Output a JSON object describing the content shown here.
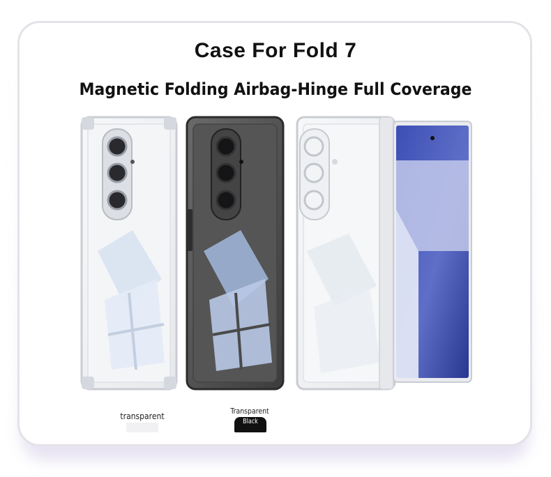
{
  "product": {
    "title": "Case For Fold 7",
    "subtitle": "Magnetic Folding Airbag-Hinge Full Coverage"
  },
  "variants": [
    {
      "label": "transparent",
      "swatch_color": "#f1f1f3"
    },
    {
      "label_top": "Transparent",
      "label_bottom": "Black",
      "swatch_color": "#111111"
    }
  ],
  "colors": {
    "screen_blue": "#2b3a9a",
    "case_clear": "#eef0f3",
    "case_black": "#3a3a3a"
  }
}
